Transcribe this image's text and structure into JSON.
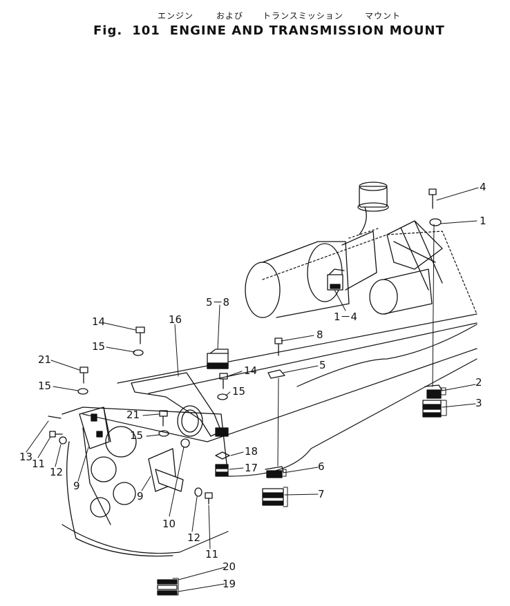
{
  "header": {
    "kana": [
      "エンジン",
      "および",
      "トランスミッション",
      "マウント"
    ],
    "fig_label": "Fig.",
    "fig_number": "101",
    "title": "ENGINE AND TRANSMISSION MOUNT"
  },
  "callouts": {
    "c4": "4",
    "c1": "1",
    "c1_4": "1－4",
    "c5_8": "5－8",
    "c14a": "14",
    "c16": "16",
    "c15a": "15",
    "c8": "8",
    "c5": "5",
    "c21a": "21",
    "c14b": "14",
    "c15b": "15",
    "c15c": "15",
    "c2": "2",
    "c3": "3",
    "c21b": "21",
    "c15d": "15",
    "c13": "13",
    "c11a": "11",
    "c12a": "12",
    "c9a": "9",
    "c9b": "9",
    "c18": "18",
    "c17": "17",
    "c6": "6",
    "c7": "7",
    "c10": "10",
    "c12b": "12",
    "c11b": "11",
    "c20": "20",
    "c19": "19"
  }
}
